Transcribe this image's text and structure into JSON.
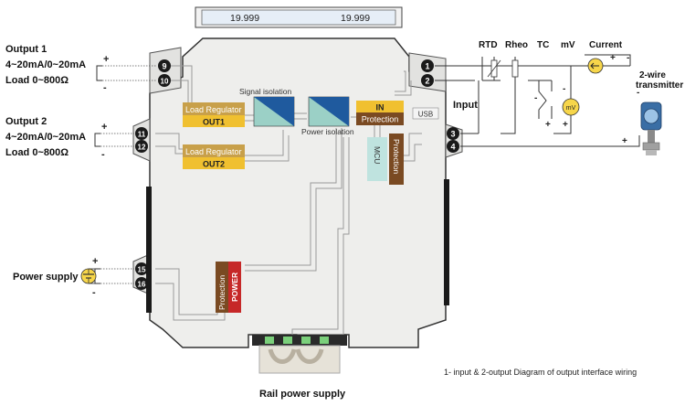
{
  "display": {
    "value_left": "19.999",
    "value_right": "19.999"
  },
  "outputs": {
    "out1": {
      "title": "Output 1",
      "range": "4~20mA/0~20mA",
      "load": "Load 0~800Ω"
    },
    "out2": {
      "title": "Output 2",
      "range": "4~20mA/0~20mA",
      "load": "Load 0~800Ω"
    }
  },
  "power_supply": {
    "label": "Power supply"
  },
  "rail_supply": {
    "label": "Rail power supply"
  },
  "terminals": [
    "9",
    "10",
    "11",
    "12",
    "15",
    "16",
    "1",
    "2",
    "3",
    "4"
  ],
  "signs": {
    "plus": "+",
    "minus": "-"
  },
  "blocks": {
    "load_regulator_1": "Load Regulator",
    "out1": "OUT1",
    "load_regulator_2": "Load Regulator",
    "out2": "OUT2",
    "signal_isolation": "Signal isolation",
    "power_isolation": "Power isolation",
    "in_label": "IN",
    "protection_label": "Protection",
    "mcu": "MCU",
    "protection_vertical": "Protection",
    "usb": "USB",
    "power_protection": "Protection",
    "power_label": "POWER"
  },
  "inputs": {
    "input_label": "Input",
    "types": [
      "RTD",
      "Rheo",
      "TC",
      "mV",
      "Current"
    ],
    "mv_badge": "mV",
    "transmitter": "2-wire transmitter"
  },
  "caption": "1- input & 2-output Diagram of output interface wiring",
  "colors": {
    "housing": "#eeeeec",
    "housing_stroke": "#333333",
    "load_regulator": "#c8a04a",
    "out_label": "#f0c030",
    "isolator_blue": "#1f5a9e",
    "isolator_green": "#9bd0c6",
    "protection_brown": "#7a4a22",
    "power_red": "#c62828",
    "mcu_teal": "#bfe3df",
    "badge_yellow": "#f7d64a"
  }
}
